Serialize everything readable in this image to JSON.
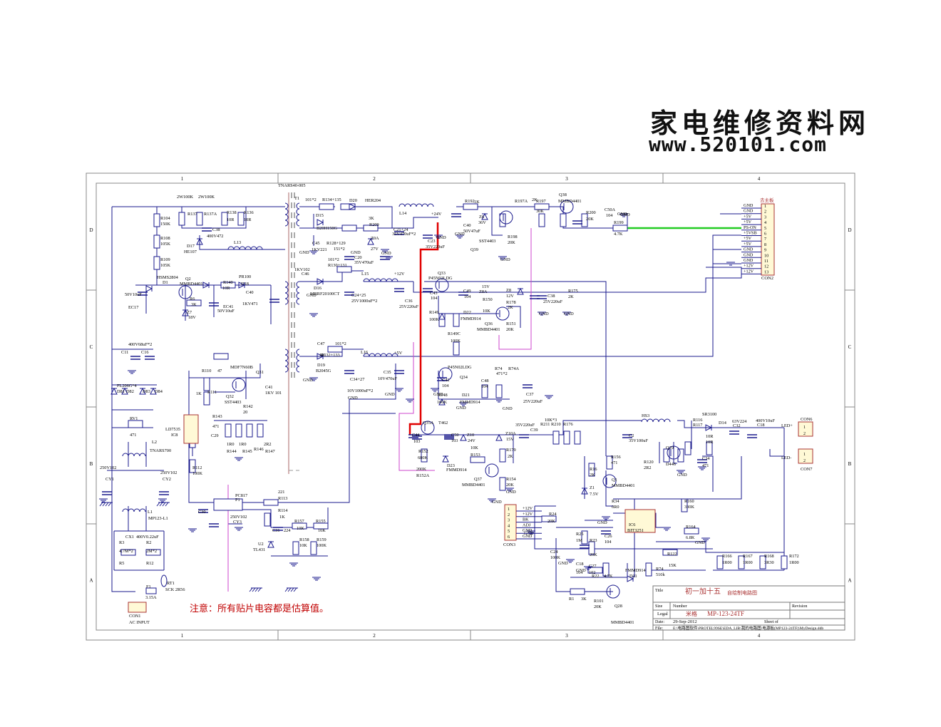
{
  "watermark": {
    "line1": "家电维修资料网",
    "line2": "www.520101.com"
  },
  "border": {
    "cols": [
      "1",
      "2",
      "3",
      "4"
    ],
    "rows": [
      "D",
      "C",
      "B",
      "A"
    ]
  },
  "note": "注意：所有贴片电容都是估算值。",
  "title_block": {
    "title_label": "Title",
    "title": "初一加十五",
    "subtitle": "自绘制电路图",
    "size_label": "Size",
    "size": "Legal",
    "number_label": "Number",
    "author": "米格",
    "number": "MP-123-24TF",
    "revision_label": "Revision",
    "date_label": "Date:",
    "date": "29-Sep-2012",
    "sheet_label": "Sheet    of",
    "file_label": "File:",
    "file": "E:\\电路图软件\\PROTEL99SE\\EDA_LIB\\我的电路图\\电源板(MP123-24TF)\\MyDesign.ddb"
  },
  "con2": {
    "header": "去主板",
    "name": "CON2",
    "pins": [
      "1",
      "2",
      "3",
      "4",
      "5",
      "6",
      "7",
      "8",
      "9",
      "10",
      "11",
      "12",
      "13"
    ],
    "signals": [
      "GND",
      "GND",
      "+5V",
      "+5V",
      "PS-ON",
      "+5VSB",
      "+5V",
      "+5V",
      "GND",
      "GND",
      "GND",
      "+12V",
      "+12V"
    ]
  },
  "con3": {
    "name": "CON3",
    "pins": [
      "1",
      "2",
      "3",
      "4",
      "5",
      "6"
    ],
    "signals": [
      "+12V",
      "+12V",
      "BK",
      "ADJ",
      "GND",
      "GND"
    ]
  },
  "labels": [
    {
      "t": "TNARS40-005"
    },
    {
      "t": "T1"
    },
    {
      "t": "2W100K"
    },
    {
      "t": "2W100K"
    },
    {
      "t": "R104"
    },
    {
      "t": "150K"
    },
    {
      "t": "R108"
    },
    {
      "t": "105K"
    },
    {
      "t": "R109"
    },
    {
      "t": "105K"
    },
    {
      "t": "R137"
    },
    {
      "t": "R137A"
    },
    {
      "t": "R138"
    },
    {
      "t": "10R"
    },
    {
      "t": "R136"
    },
    {
      "t": "10R"
    },
    {
      "t": "C38"
    },
    {
      "t": "400V472"
    },
    {
      "t": "D17"
    },
    {
      "t": "HE107"
    },
    {
      "t": "L13"
    },
    {
      "t": "HSMS2804"
    },
    {
      "t": "D1"
    },
    {
      "t": "Q2"
    },
    {
      "t": "MMBD4401"
    },
    {
      "t": "R140"
    },
    {
      "t": "10R"
    },
    {
      "t": "D18"
    },
    {
      "t": "PR100"
    },
    {
      "t": "C40"
    },
    {
      "t": "1KV471"
    },
    {
      "t": "R6"
    },
    {
      "t": "3K"
    },
    {
      "t": "Z7"
    },
    {
      "t": "18V"
    },
    {
      "t": "50V10uF"
    },
    {
      "t": "EC17"
    },
    {
      "t": "EC41"
    },
    {
      "t": "50V10uF"
    },
    {
      "t": "101*2"
    },
    {
      "t": "R134+135"
    },
    {
      "t": "D20"
    },
    {
      "t": "HER204"
    },
    {
      "t": "D15"
    },
    {
      "t": "B20H150G"
    },
    {
      "t": "C45"
    },
    {
      "t": "1KV221"
    },
    {
      "t": "R128+129"
    },
    {
      "t": "151*2"
    },
    {
      "t": "3K"
    },
    {
      "t": "R209"
    },
    {
      "t": "Z9A"
    },
    {
      "t": "27V"
    },
    {
      "t": "C21+24"
    },
    {
      "t": "35V470uF*2"
    },
    {
      "t": "L14"
    },
    {
      "t": "+24V"
    },
    {
      "t": "C23"
    },
    {
      "t": "35V220uF"
    },
    {
      "t": "C20"
    },
    {
      "t": "35V470uF"
    },
    {
      "t": "1KV102"
    },
    {
      "t": "C46"
    },
    {
      "t": "101*2"
    },
    {
      "t": "R130+131"
    },
    {
      "t": "L15"
    },
    {
      "t": "D16"
    },
    {
      "t": "MBRF20100CT"
    },
    {
      "t": "C24+25"
    },
    {
      "t": "25V1000uF*2"
    },
    {
      "t": "+12V"
    },
    {
      "t": "C36"
    },
    {
      "t": "25V220uF"
    },
    {
      "t": "R192"
    },
    {
      "t": "1K"
    },
    {
      "t": "Z6"
    },
    {
      "t": "36V"
    },
    {
      "t": "C40"
    },
    {
      "t": "50V47uF"
    },
    {
      "t": "R197A"
    },
    {
      "t": "2K"
    },
    {
      "t": "R197"
    },
    {
      "t": "30K"
    },
    {
      "t": "Q39"
    },
    {
      "t": "SST4403"
    },
    {
      "t": "R198"
    },
    {
      "t": "20K"
    },
    {
      "t": "Q38"
    },
    {
      "t": "MMBD4401"
    },
    {
      "t": "R200"
    },
    {
      "t": "20K"
    },
    {
      "t": "C50A"
    },
    {
      "t": "104"
    },
    {
      "t": "R199"
    },
    {
      "t": "4.7K"
    },
    {
      "t": "Q33"
    },
    {
      "t": "P45N02LDG"
    },
    {
      "t": "C43"
    },
    {
      "t": "104"
    },
    {
      "t": "C49"
    },
    {
      "t": "104"
    },
    {
      "t": "15V"
    },
    {
      "t": "Z8A"
    },
    {
      "t": "R150"
    },
    {
      "t": "10K"
    },
    {
      "t": "D22"
    },
    {
      "t": "FMMD914"
    },
    {
      "t": "R149"
    },
    {
      "t": "100K"
    },
    {
      "t": "R149C"
    },
    {
      "t": "100K"
    },
    {
      "t": "Q36"
    },
    {
      "t": "MMBD4401"
    },
    {
      "t": "Z8"
    },
    {
      "t": "12V"
    },
    {
      "t": "R178"
    },
    {
      "t": "2K"
    },
    {
      "t": "R151"
    },
    {
      "t": "20K"
    },
    {
      "t": "C38"
    },
    {
      "t": "25V220uF"
    },
    {
      "t": "R175"
    },
    {
      "t": "2K"
    },
    {
      "t": "C47"
    },
    {
      "t": "101"
    },
    {
      "t": "101*2"
    },
    {
      "t": "R132+133"
    },
    {
      "t": "L16"
    },
    {
      "t": "+5V"
    },
    {
      "t": "D19"
    },
    {
      "t": "B2045G"
    },
    {
      "t": "C34+27"
    },
    {
      "t": "10V1000uF*2"
    },
    {
      "t": "C35"
    },
    {
      "t": "10V470uF"
    },
    {
      "t": "P45N02LDG"
    },
    {
      "t": "Q34"
    },
    {
      "t": "C42"
    },
    {
      "t": "104"
    },
    {
      "t": "C48"
    },
    {
      "t": "104"
    },
    {
      "t": "R74"
    },
    {
      "t": "471*2"
    },
    {
      "t": "R74A"
    },
    {
      "t": "R148"
    },
    {
      "t": "100K"
    },
    {
      "t": "D21"
    },
    {
      "t": "FMMD914"
    },
    {
      "t": "C37"
    },
    {
      "t": "25V220uF"
    },
    {
      "t": "C11"
    },
    {
      "t": "400V68uF*2"
    },
    {
      "t": "C16"
    },
    {
      "t": "FL206G*4"
    },
    {
      "t": "D81"
    },
    {
      "t": "D82"
    },
    {
      "t": "D83"
    },
    {
      "t": "D84"
    },
    {
      "t": "RV1"
    },
    {
      "t": "471"
    },
    {
      "t": "L2"
    },
    {
      "t": "TNARS700"
    },
    {
      "t": "R110"
    },
    {
      "t": "47"
    },
    {
      "t": "R111"
    },
    {
      "t": "1K"
    },
    {
      "t": "Q31"
    },
    {
      "t": "MDF7N60B"
    },
    {
      "t": "Q32"
    },
    {
      "t": "SST4403"
    },
    {
      "t": "C41"
    },
    {
      "t": "1KV 101"
    },
    {
      "t": "R142"
    },
    {
      "t": "20"
    },
    {
      "t": "R143"
    },
    {
      "t": "471"
    },
    {
      "t": "LD7535"
    },
    {
      "t": "IC8"
    },
    {
      "t": "C29"
    },
    {
      "t": "1R0"
    },
    {
      "t": "R144"
    },
    {
      "t": "1R0"
    },
    {
      "t": "R145"
    },
    {
      "t": "R146"
    },
    {
      "t": "2R2"
    },
    {
      "t": "R147"
    },
    {
      "t": "R112"
    },
    {
      "t": "100K"
    },
    {
      "t": "250V102"
    },
    {
      "t": "CY1"
    },
    {
      "t": "250V102"
    },
    {
      "t": "CY2"
    },
    {
      "t": "L1"
    },
    {
      "t": "MP123-L1"
    },
    {
      "t": "PC817"
    },
    {
      "t": "P1"
    },
    {
      "t": "221"
    },
    {
      "t": "R113"
    },
    {
      "t": "C30"
    },
    {
      "t": "250V102"
    },
    {
      "t": "CY3"
    },
    {
      "t": "R114"
    },
    {
      "t": "1K"
    },
    {
      "t": "C31"
    },
    {
      "t": "224"
    },
    {
      "t": "U2"
    },
    {
      "t": "TL431"
    },
    {
      "t": "R157"
    },
    {
      "t": "10K"
    },
    {
      "t": "R155"
    },
    {
      "t": "10K"
    },
    {
      "t": "R158"
    },
    {
      "t": "10K"
    },
    {
      "t": "R159"
    },
    {
      "t": "100K"
    },
    {
      "t": "CX1"
    },
    {
      "t": "400V0.22uF"
    },
    {
      "t": "R3"
    },
    {
      "t": "4.7M*2"
    },
    {
      "t": "R2"
    },
    {
      "t": "2M*2"
    },
    {
      "t": "R5"
    },
    {
      "t": "R12"
    },
    {
      "t": "RT1"
    },
    {
      "t": "SCK 2R56"
    },
    {
      "t": "F1"
    },
    {
      "t": "3.15A"
    },
    {
      "t": "CON1"
    },
    {
      "t": "AC INPUT"
    },
    {
      "t": "Q35A"
    },
    {
      "t": "T462"
    },
    {
      "t": "C44"
    },
    {
      "t": "103"
    },
    {
      "t": "C50"
    },
    {
      "t": "103"
    },
    {
      "t": "Z10"
    },
    {
      "t": "24V"
    },
    {
      "t": "Z10A"
    },
    {
      "t": "15V"
    },
    {
      "t": "R152"
    },
    {
      "t": "680K"
    },
    {
      "t": "D23"
    },
    {
      "t": "FMMD914"
    },
    {
      "t": "10K"
    },
    {
      "t": "R153"
    },
    {
      "t": "R179"
    },
    {
      "t": "2K"
    },
    {
      "t": "200K"
    },
    {
      "t": "R152A"
    },
    {
      "t": "Q37"
    },
    {
      "t": "MMBD4401"
    },
    {
      "t": "R154"
    },
    {
      "t": "20K"
    },
    {
      "t": "35V220uF"
    },
    {
      "t": "C39"
    },
    {
      "t": "10K*3"
    },
    {
      "t": "R211"
    },
    {
      "t": "R210"
    },
    {
      "t": "R176"
    },
    {
      "t": "C2"
    },
    {
      "t": "35V100uF"
    },
    {
      "t": "HS3"
    },
    {
      "t": "R116"
    },
    {
      "t": "R117"
    },
    {
      "t": "10R"
    },
    {
      "t": "10R"
    },
    {
      "t": "SR3100"
    },
    {
      "t": "D14"
    },
    {
      "t": "63V224"
    },
    {
      "t": "C32"
    },
    {
      "t": "400V10uF"
    },
    {
      "t": "C18"
    },
    {
      "t": "LED+"
    },
    {
      "t": "CON6"
    },
    {
      "t": "LED-"
    },
    {
      "t": "CON7"
    },
    {
      "t": "Q29"
    },
    {
      "t": "D446"
    },
    {
      "t": "C34"
    },
    {
      "t": "471"
    },
    {
      "t": "R120"
    },
    {
      "t": "2R2"
    },
    {
      "t": "R156"
    },
    {
      "t": "471"
    },
    {
      "t": "R16"
    },
    {
      "t": "2K"
    },
    {
      "t": "Z1"
    },
    {
      "t": "7.5V"
    },
    {
      "t": "Q1"
    },
    {
      "t": "MMBD4401"
    },
    {
      "t": "R34"
    },
    {
      "t": "0R0"
    },
    {
      "t": "R160"
    },
    {
      "t": "330K"
    },
    {
      "t": "IC6"
    },
    {
      "t": "BIT3251"
    },
    {
      "t": "R164"
    },
    {
      "t": "6.8K"
    },
    {
      "t": "R24"
    },
    {
      "t": "20K"
    },
    {
      "t": "R25"
    },
    {
      "t": "1M"
    },
    {
      "t": "R23"
    },
    {
      "t": "20K"
    },
    {
      "t": "C26"
    },
    {
      "t": "104"
    },
    {
      "t": "C24"
    },
    {
      "t": "100K"
    },
    {
      "t": "C18"
    },
    {
      "t": "104"
    },
    {
      "t": "C27"
    },
    {
      "t": "102"
    },
    {
      "t": "R22"
    },
    {
      "t": "4.7K"
    },
    {
      "t": "FMMD914"
    },
    {
      "t": "D11"
    },
    {
      "t": "R74"
    },
    {
      "t": "510k"
    },
    {
      "t": "R122"
    },
    {
      "t": "15K"
    },
    {
      "t": "R166"
    },
    {
      "t": "1R00"
    },
    {
      "t": "R167"
    },
    {
      "t": "1R00"
    },
    {
      "t": "R168"
    },
    {
      "t": "3R30"
    },
    {
      "t": "R172"
    },
    {
      "t": "1R00"
    },
    {
      "t": "R1"
    },
    {
      "t": "3K"
    },
    {
      "t": "R101"
    },
    {
      "t": "20K"
    },
    {
      "t": "Q28"
    },
    {
      "t": "MMBD4401"
    },
    {
      "t": "GND"
    },
    {
      "t": "GND"
    },
    {
      "t": "GND"
    },
    {
      "t": "GND"
    },
    {
      "t": "GND"
    },
    {
      "t": "GND"
    },
    {
      "t": "GND"
    },
    {
      "t": "GND"
    },
    {
      "t": "GND"
    },
    {
      "t": "GND"
    },
    {
      "t": "GND"
    },
    {
      "t": "GND"
    },
    {
      "t": "GND"
    },
    {
      "t": "GND"
    },
    {
      "t": "GND"
    },
    {
      "t": "GND"
    },
    {
      "t": "GND"
    },
    {
      "t": "GND"
    },
    {
      "t": "GND"
    },
    {
      "t": "GND"
    },
    {
      "t": "GND"
    },
    {
      "t": "GND"
    },
    {
      "t": "GND"
    },
    {
      "t": "GND"
    },
    {
      "t": "GND"
    }
  ]
}
